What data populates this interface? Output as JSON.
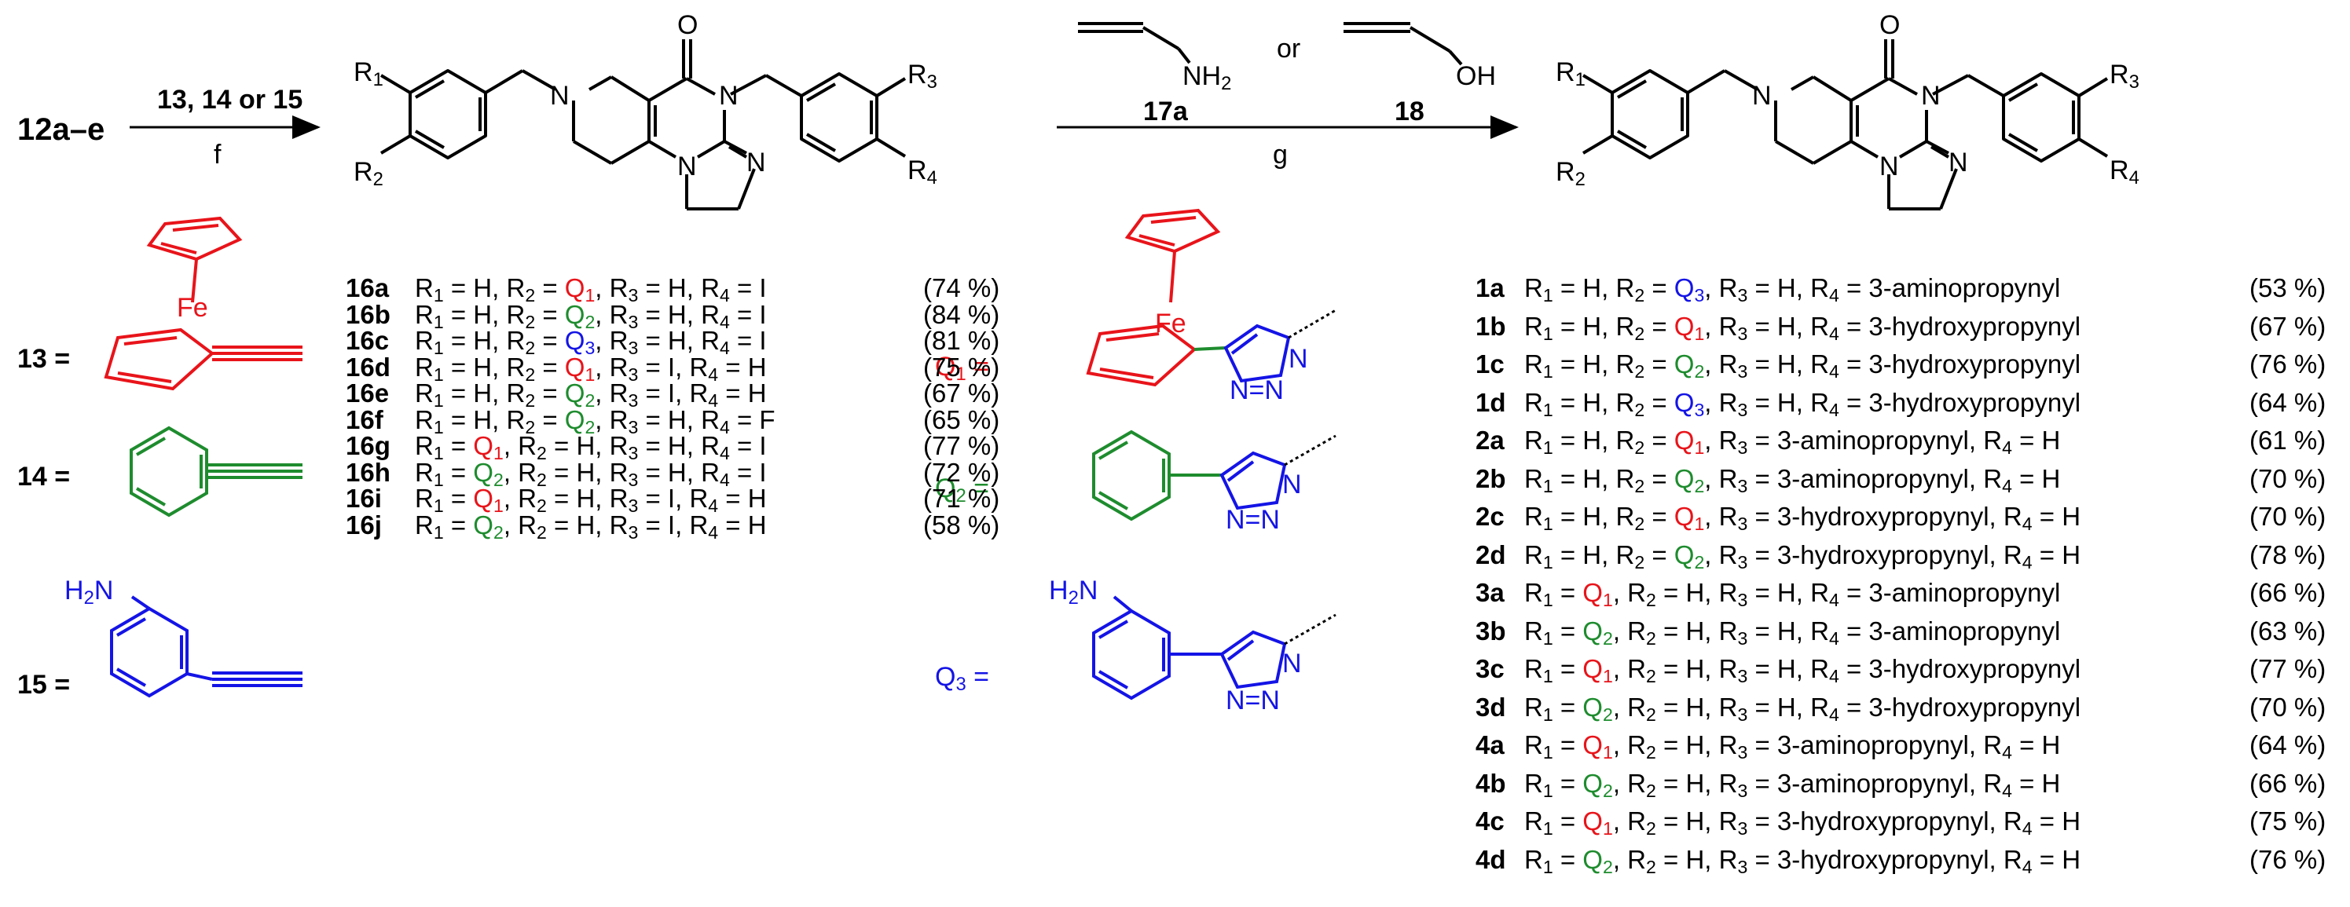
{
  "reaction1": {
    "start": "12a–e",
    "reagents": "13, 14 or 15",
    "conditions": "f"
  },
  "reaction2": {
    "amine": "17a",
    "alcohol": "18",
    "or": "or",
    "conditions": "g"
  },
  "atoms": {
    "O": "O",
    "N": "N",
    "Fe": "Fe",
    "H2N": "H2N",
    "NH2": "NH2",
    "OH": "OH"
  },
  "reagent_labels": [
    {
      "id": "13",
      "eq": "13 ="
    },
    {
      "id": "14",
      "eq": "14 ="
    },
    {
      "id": "15",
      "eq": "15 ="
    }
  ],
  "q_labels": [
    "Q1 =",
    "Q2 =",
    "Q3 ="
  ],
  "series16": [
    {
      "code": "16a",
      "R1": "H",
      "R2": "Q1",
      "R3": "H",
      "R4": "I",
      "yield": "(74 %)"
    },
    {
      "code": "16b",
      "R1": "H",
      "R2": "Q2",
      "R3": "H",
      "R4": "I",
      "yield": "(84 %)"
    },
    {
      "code": "16c",
      "R1": "H",
      "R2": "Q3",
      "R3": "H",
      "R4": "I",
      "yield": "(81 %)"
    },
    {
      "code": "16d",
      "R1": "H",
      "R2": "Q1",
      "R3": "I",
      "R4": "H",
      "yield": "(75 %)"
    },
    {
      "code": "16e",
      "R1": "H",
      "R2": "Q2",
      "R3": "I",
      "R4": "H",
      "yield": "(67 %)"
    },
    {
      "code": "16f",
      "R1": "H",
      "R2": "Q2",
      "R3": "H",
      "R4": "F",
      "yield": "(65 %)"
    },
    {
      "code": "16g",
      "R1": "Q1",
      "R2": "H",
      "R3": "H",
      "R4": "I",
      "yield": "(77 %)"
    },
    {
      "code": "16h",
      "R1": "Q2",
      "R2": "H",
      "R3": "H",
      "R4": "I",
      "yield": "(72 %)"
    },
    {
      "code": "16i",
      "R1": "Q1",
      "R2": "H",
      "R3": "I",
      "R4": "H",
      "yield": "(71 %)"
    },
    {
      "code": "16j",
      "R1": "Q2",
      "R2": "H",
      "R3": "I",
      "R4": "H",
      "yield": "(58 %)"
    }
  ],
  "products": [
    {
      "code": "1a",
      "R1": "H",
      "R2": "Q3",
      "R3": "H",
      "R4": "3-aminopropynyl",
      "yield": "(53 %)"
    },
    {
      "code": "1b",
      "R1": "H",
      "R2": "Q1",
      "R3": "H",
      "R4": "3-hydroxypropynyl",
      "yield": "(67 %)"
    },
    {
      "code": "1c",
      "R1": "H",
      "R2": "Q2",
      "R3": "H",
      "R4": "3-hydroxypropynyl",
      "yield": "(76 %)"
    },
    {
      "code": "1d",
      "R1": "H",
      "R2": "Q3",
      "R3": "H",
      "R4": "3-hydroxypropynyl",
      "yield": "(64 %)"
    },
    {
      "code": "2a",
      "R1": "H",
      "R2": "Q1",
      "R3": "3-aminopropynyl",
      "R4": "H",
      "yield": "(61 %)"
    },
    {
      "code": "2b",
      "R1": "H",
      "R2": "Q2",
      "R3": "3-aminopropynyl",
      "R4": "H",
      "yield": "(70 %)"
    },
    {
      "code": "2c",
      "R1": "H",
      "R2": "Q1",
      "R3": "3-hydroxypropynyl",
      "R4": "H",
      "yield": "(70 %)"
    },
    {
      "code": "2d",
      "R1": "H",
      "R2": "Q2",
      "R3": "3-hydroxypropynyl",
      "R4": "H",
      "yield": "(78 %)"
    },
    {
      "code": "3a",
      "R1": "Q1",
      "R2": "H",
      "R3": "H",
      "R4": "3-aminopropynyl",
      "yield": "(66 %)"
    },
    {
      "code": "3b",
      "R1": "Q2",
      "R2": "H",
      "R3": "H",
      "R4": "3-aminopropynyl",
      "yield": "(63 %)"
    },
    {
      "code": "3c",
      "R1": "Q1",
      "R2": "H",
      "R3": "H",
      "R4": "3-hydroxypropynyl",
      "yield": "(77 %)"
    },
    {
      "code": "3d",
      "R1": "Q2",
      "R2": "H",
      "R3": "H",
      "R4": "3-hydroxypropynyl",
      "yield": "(70 %)"
    },
    {
      "code": "4a",
      "R1": "Q1",
      "R2": "H",
      "R3": "3-aminopropynyl",
      "R4": "H",
      "yield": "(64 %)"
    },
    {
      "code": "4b",
      "R1": "Q2",
      "R2": "H",
      "R3": "3-aminopropynyl",
      "R4": "H",
      "yield": "(66 %)"
    },
    {
      "code": "4c",
      "R1": "Q1",
      "R2": "H",
      "R3": "3-hydroxypropynyl",
      "R4": "H",
      "yield": "(75 %)"
    },
    {
      "code": "4d",
      "R1": "Q2",
      "R2": "H",
      "R3": "3-hydroxypropynyl",
      "R4": "H",
      "yield": "(76 %)"
    }
  ],
  "colors": {
    "Q1": "#e8141a",
    "Q2": "#1e8c2e",
    "Q3": "#1414e6"
  }
}
